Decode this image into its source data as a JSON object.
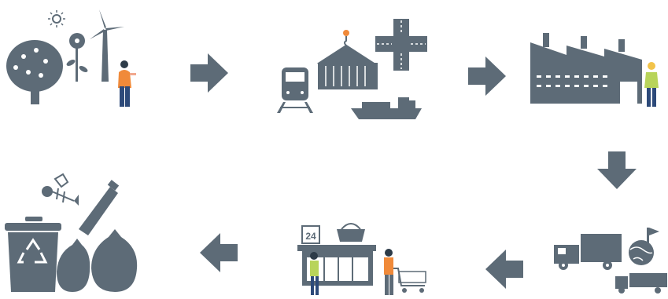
{
  "diagram": {
    "colors": {
      "icon": "#5d6b77",
      "skin": "#f2a98e",
      "orange": "#f08a3a",
      "navy": "#2d4a7a",
      "vest": "#b8d45a"
    },
    "stages": [
      {
        "id": "natural-resources",
        "icons": [
          "tree-icon",
          "sun-icon",
          "flower-icon",
          "wind-turbine-icon",
          "person-icon"
        ]
      },
      {
        "id": "transport",
        "icons": [
          "train-icon",
          "crane-container-icon",
          "crossroad-icon",
          "cargo-ship-icon"
        ]
      },
      {
        "id": "manufacturing",
        "icons": [
          "factory-icon",
          "worker-icon"
        ]
      },
      {
        "id": "distribution",
        "icons": [
          "truck-icon",
          "globe-flag-icon",
          "small-truck-icon"
        ]
      },
      {
        "id": "retail",
        "icons": [
          "store-icon",
          "basket-icon",
          "shopper-icon",
          "cart-icon"
        ],
        "store_sign": "24"
      },
      {
        "id": "waste",
        "icons": [
          "recycle-bin-icon",
          "fish-bone-icon",
          "bottle-icon",
          "trash-bags-icon"
        ]
      }
    ],
    "arrows": [
      "right",
      "right",
      "down",
      "left",
      "left"
    ]
  }
}
